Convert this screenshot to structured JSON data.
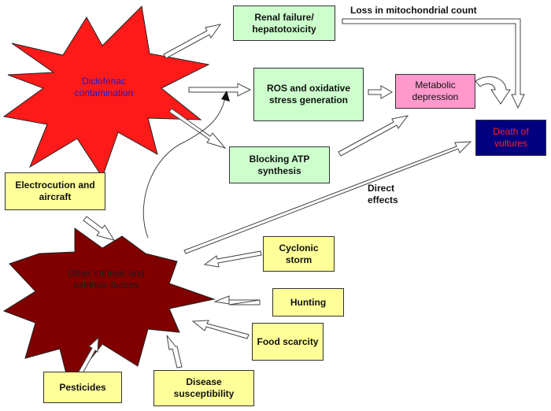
{
  "sources": {
    "diclofenac": {
      "label": "Diclofenac contamination",
      "color": "#ff1a1a",
      "text_color": "#1a1acc"
    },
    "other_factors": {
      "label": "Other intrinsic and extrinsic factors",
      "color": "#800000",
      "text_color": "#1a1a1a"
    }
  },
  "effects": {
    "renal": "Renal failure/ hepatotoxicity",
    "ros": "ROS and oxidative stress generation",
    "atp": "Blocking ATP synthesis",
    "metabolic": "Metabolic depression",
    "death": "Death of vultures"
  },
  "factors": {
    "electrocution": "Electrocution and aircraft",
    "cyclonic": "Cyclonic storm",
    "hunting": "Hunting",
    "food": "Food scarcity",
    "pesticides": "Pesticides",
    "disease": "Disease susceptibility"
  },
  "annotations": {
    "mito": "Loss in mitochondrial count",
    "direct": "Direct effects"
  },
  "colors": {
    "effect_box": "#ccffcc",
    "factor_box": "#ffff99",
    "metabolic_box": "#ff99cc",
    "death_box": "#000080",
    "death_text": "#ff2020"
  }
}
